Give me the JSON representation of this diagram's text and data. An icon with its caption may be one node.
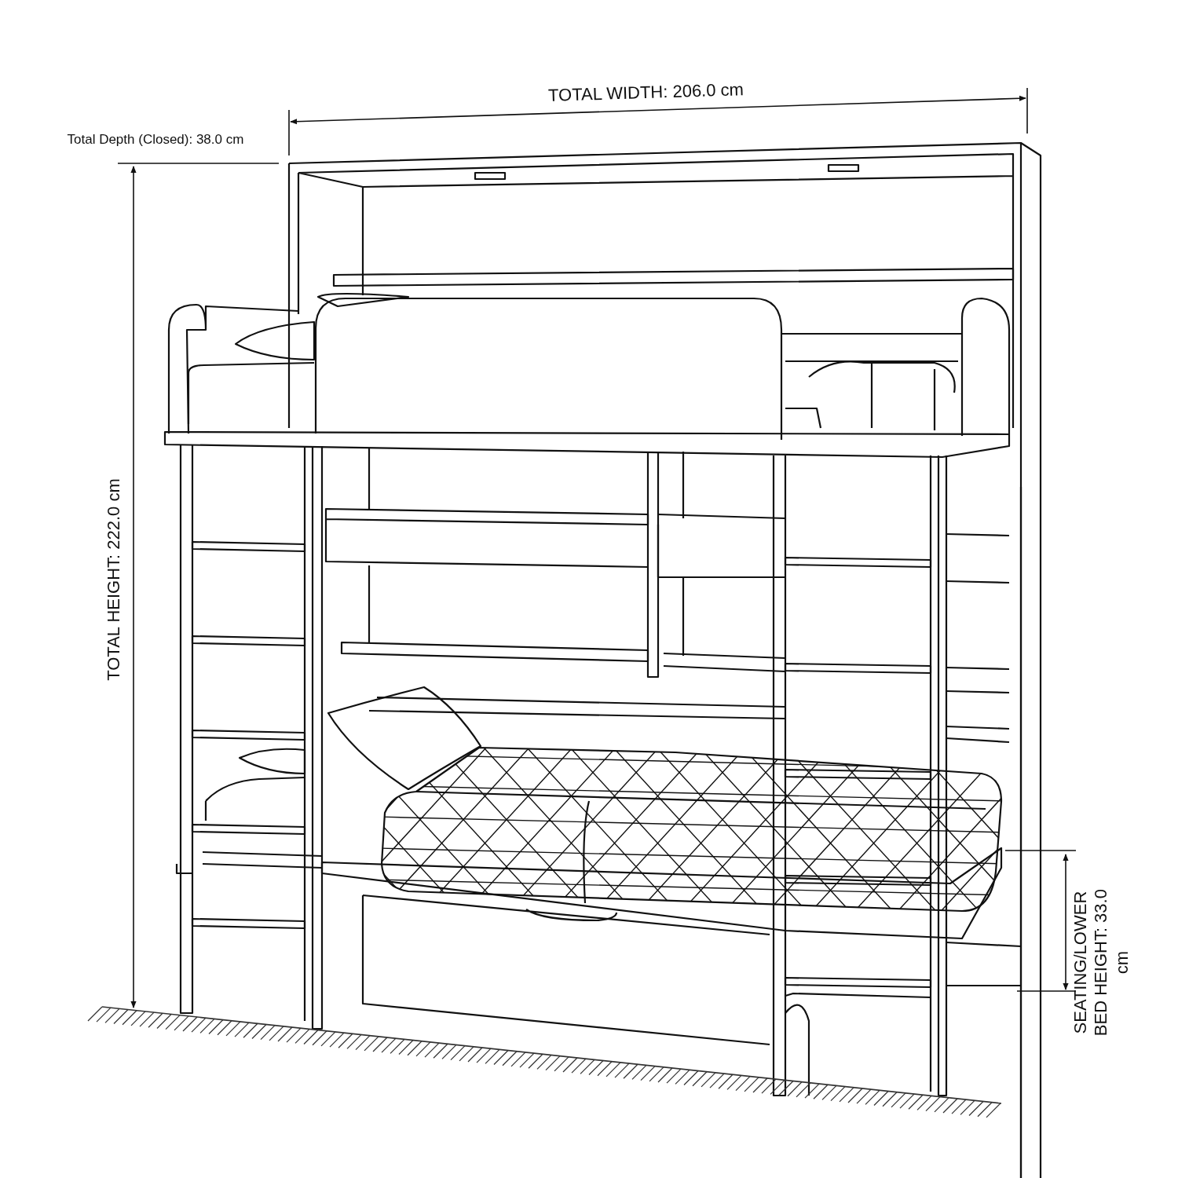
{
  "diagram": {
    "labels": [
      "TOTAL WIDTH: 206.0 cm",
      "Total Depth (Closed): 38.0 cm",
      "TOTAL HEIGHT: 222.0 cm",
      "SEATING/LOWER BED HEIGHT: 33.0 cm"
    ]
  }
}
